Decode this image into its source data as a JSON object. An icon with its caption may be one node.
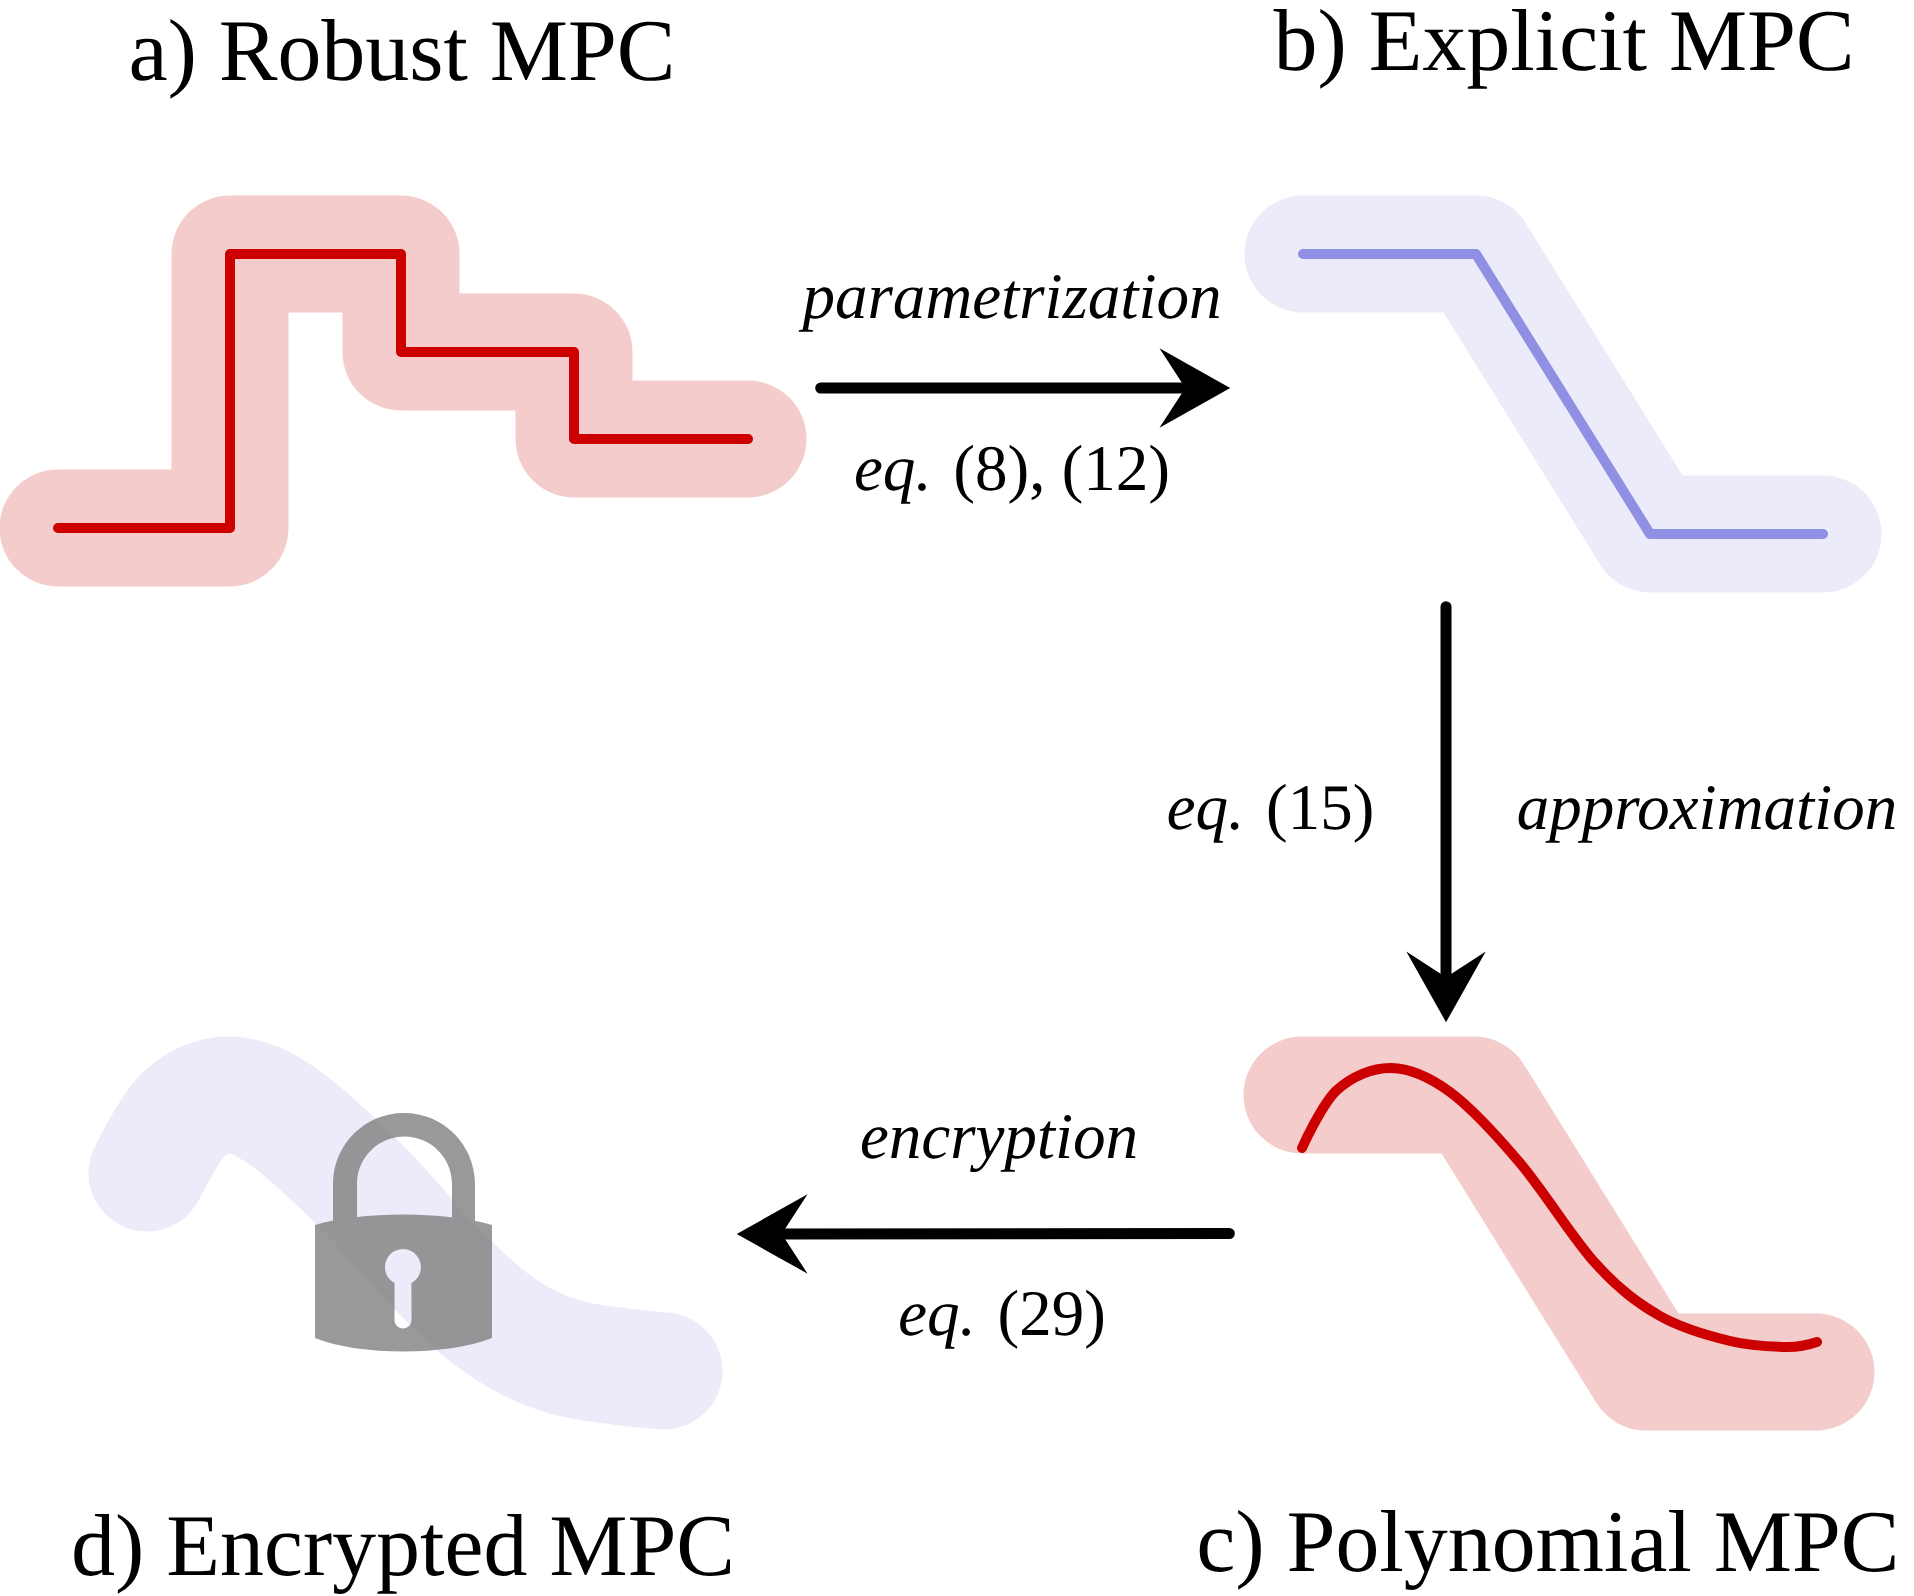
{
  "diagram": {
    "nodes": [
      {
        "text": [
          "a) Robust MPC"
        ]
      },
      {
        "text": [
          "b) Explicit MPC"
        ]
      },
      {
        "text": [
          "c) Polynomial MPC"
        ]
      },
      {
        "text": [
          "d) Encrypted MPC"
        ]
      }
    ],
    "edges": [
      {
        "from": 0,
        "to": 1,
        "arrow": "to",
        "label": "parametrization"
      },
      {
        "from": 1,
        "to": 2,
        "arrow": "to",
        "label": "approximation"
      },
      {
        "from": 2,
        "to": 3,
        "arrow": "to",
        "label": "encryption"
      }
    ],
    "labels": [
      "*eq.* (8), (12)",
      "*eq.* (15)",
      "*eq.* (29)"
    ]
  }
}
